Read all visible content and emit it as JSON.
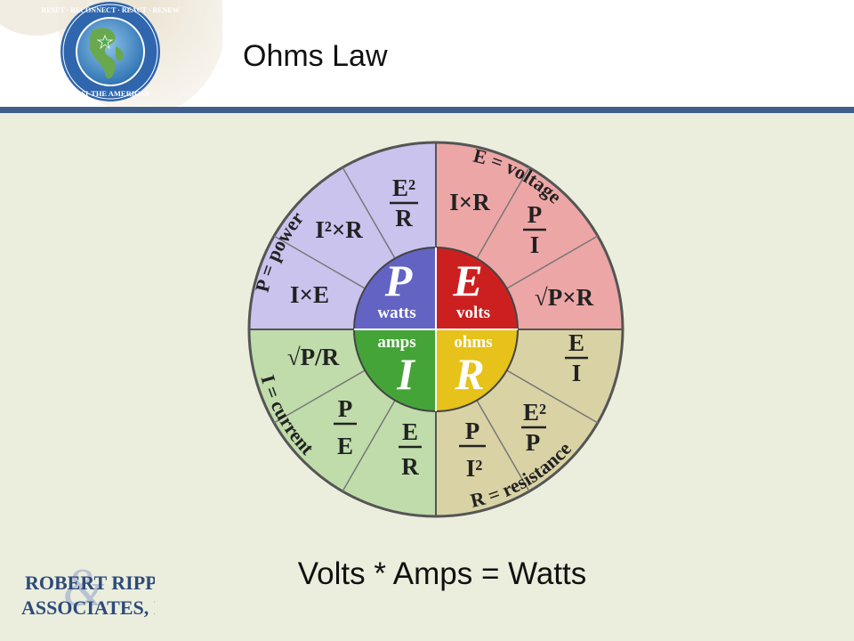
{
  "slide": {
    "title": "Ohms Law",
    "formula": "Volts * Amps = Watts",
    "header_rule_color": "#3f5f8a",
    "background_color": "#ebeedd"
  },
  "header_logo": {
    "ring_text": "RESET · RECONNECT · REACT · RENEW",
    "bottom_text": "FCSI-THE AMERICAS"
  },
  "footer_logo": {
    "line1": "ROBERT RIPPE",
    "line2": "ASSOCIATES, INC."
  },
  "wheel": {
    "quadrant_colors": {
      "power": "#c9c3ee",
      "voltage": "#eda6a6",
      "current": "#bfdcaa",
      "resistance": "#d9d2a4"
    },
    "center_colors": {
      "power": "#6363c4",
      "voltage": "#cc2020",
      "current": "#45a438",
      "resistance": "#e6c21a"
    },
    "outer_labels": {
      "power": "P = power",
      "voltage": "E = voltage",
      "current": "I = current",
      "resistance": "R = resistance"
    },
    "center": {
      "power_letter": "P",
      "power_unit": "watts",
      "voltage_letter": "E",
      "voltage_unit": "volts",
      "current_letter": "I",
      "current_unit": "amps",
      "resistance_letter": "R",
      "resistance_unit": "ohms"
    },
    "formulas": {
      "power": [
        "I×E",
        "I²×R",
        "E²/R"
      ],
      "voltage": [
        "I×R",
        "P/I",
        "√P×R"
      ],
      "resistance": [
        "E/I",
        "E²/P",
        "P/I²"
      ],
      "current": [
        "E/R",
        "P/E",
        "√P/R"
      ]
    }
  }
}
